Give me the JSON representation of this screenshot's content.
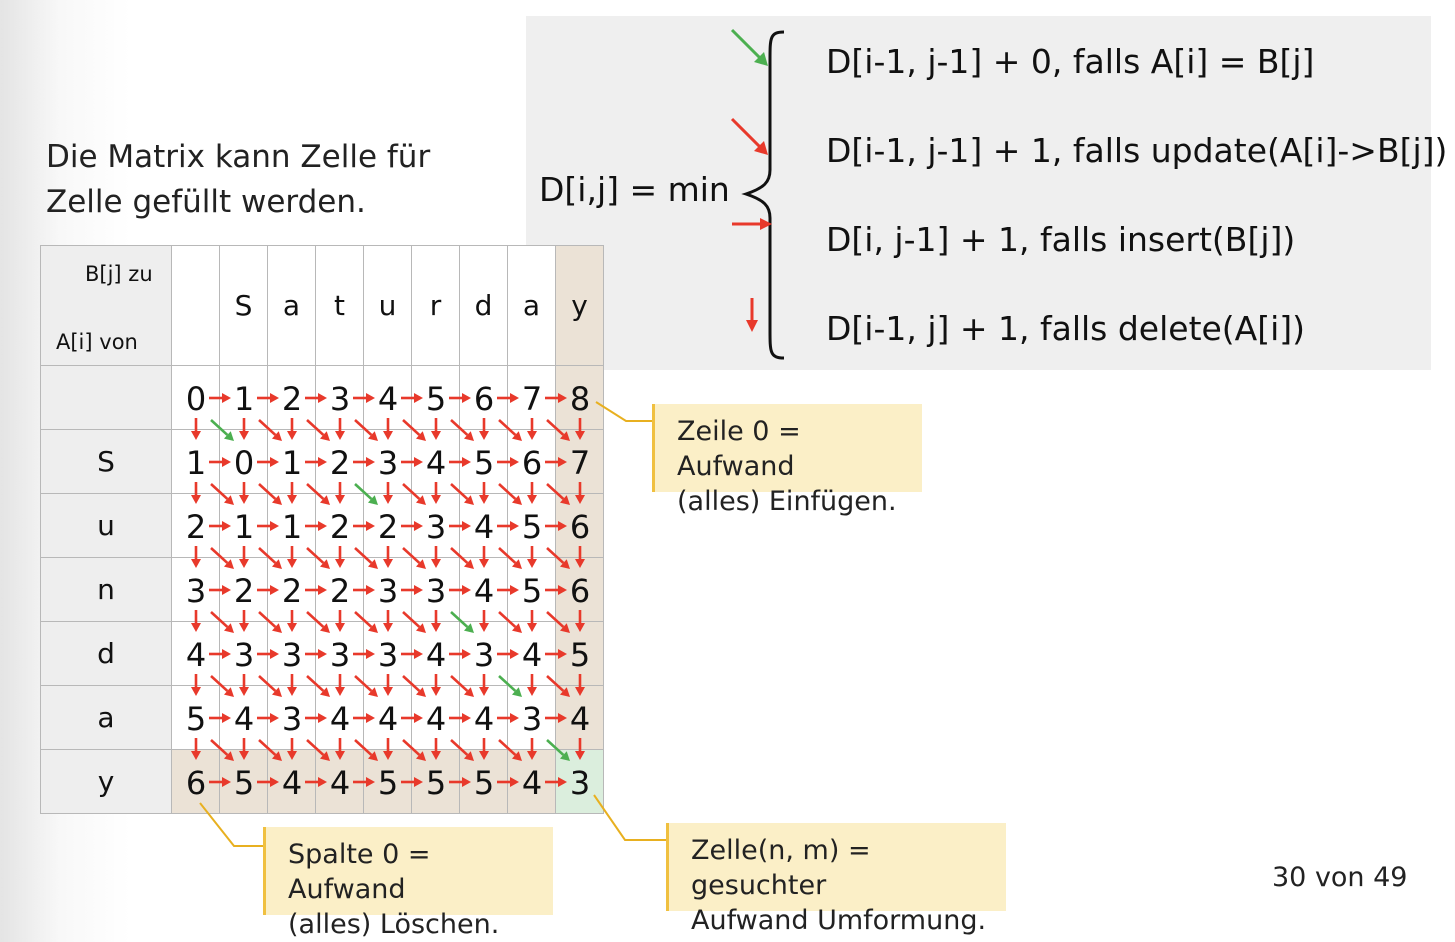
{
  "intro": {
    "line1": "Die Matrix kann Zelle für",
    "line2": "Zelle gefüllt werden."
  },
  "formula": {
    "lhs": "D[i,j] = min",
    "cases": [
      {
        "text": "D[i-1, j-1] + 0, falls A[i] = B[j]",
        "arrow": "green-diagonal-arrow"
      },
      {
        "text": "D[i-1, j-1] + 1, falls update(A[i]->B[j])",
        "arrow": "red-diagonal-arrow"
      },
      {
        "text": "D[i, j-1] + 1, falls insert(B[j])",
        "arrow": "red-right-arrow"
      },
      {
        "text": "D[i-1, j] + 1, falls delete(A[i])",
        "arrow": "red-down-arrow"
      }
    ]
  },
  "table": {
    "corner_top": "B[j] zu",
    "corner_bottom": "A[i] von",
    "col_headers": [
      "S",
      "a",
      "t",
      "u",
      "r",
      "d",
      "a",
      "y"
    ],
    "row_headers": [
      "",
      "S",
      "u",
      "n",
      "d",
      "a",
      "y"
    ],
    "values": [
      [
        0,
        1,
        2,
        3,
        4,
        5,
        6,
        7,
        8
      ],
      [
        1,
        0,
        1,
        2,
        3,
        4,
        5,
        6,
        7
      ],
      [
        2,
        1,
        1,
        2,
        2,
        3,
        4,
        5,
        6
      ],
      [
        3,
        2,
        2,
        2,
        3,
        3,
        4,
        5,
        6
      ],
      [
        4,
        3,
        3,
        3,
        3,
        4,
        3,
        4,
        5
      ],
      [
        5,
        4,
        3,
        4,
        4,
        4,
        4,
        3,
        4
      ],
      [
        6,
        5,
        4,
        4,
        5,
        5,
        5,
        4,
        3
      ]
    ],
    "green_diagonals": [
      [
        1,
        1
      ],
      [
        2,
        4
      ],
      [
        4,
        6
      ],
      [
        5,
        7
      ],
      [
        6,
        8
      ]
    ],
    "colors": {
      "red": "#e8392b",
      "green": "#4caf50",
      "highlight": "#ebe2d6",
      "goal": "#dbeedd"
    }
  },
  "notes": {
    "row0": {
      "line1": "Zeile 0 = Aufwand",
      "line2": "(alles) Einfügen."
    },
    "col0": {
      "line1": "Spalte 0 = Aufwand",
      "line2": "(alles) Löschen."
    },
    "goal": {
      "line1": "Zelle(n, m) = gesuchter",
      "line2": "Aufwand Umformung."
    }
  },
  "page_number": "30 von 49"
}
